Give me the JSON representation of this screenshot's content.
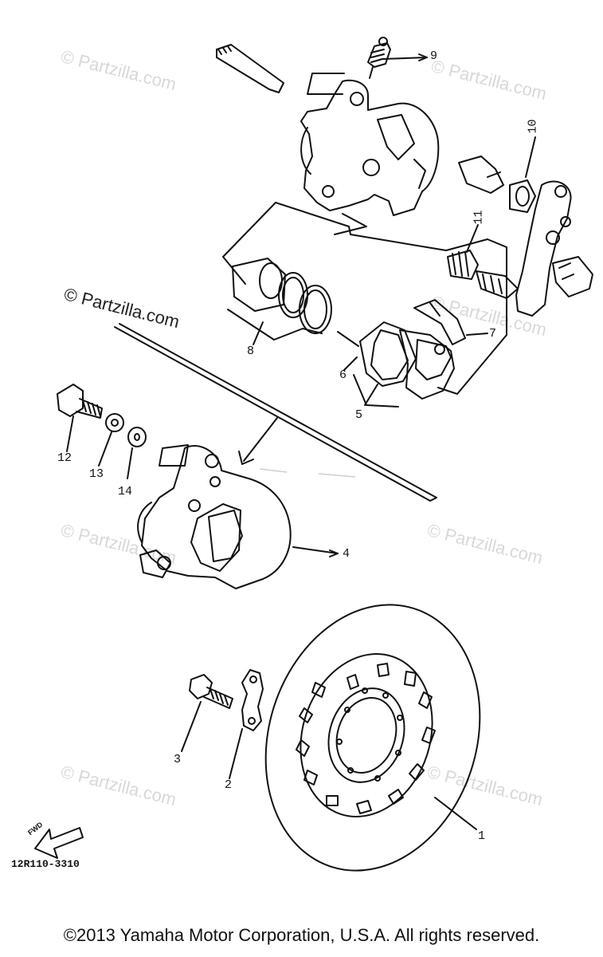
{
  "watermarks": {
    "light": "© Partzilla.com",
    "dark": "© Partzilla.com"
  },
  "callouts": {
    "c1": "1",
    "c2": "2",
    "c3": "3",
    "c4": "4",
    "c5": "5",
    "c6": "6",
    "c7": "7",
    "c8": "8",
    "c9": "9",
    "c10": "10",
    "c11": "11",
    "c12": "12",
    "c13": "13",
    "c14": "14"
  },
  "fwd_label": "FWD",
  "diagram_code": "12R110-3310",
  "copyright": "©2013  Yamaha Motor Corporation, U.S.A. All rights reserved."
}
